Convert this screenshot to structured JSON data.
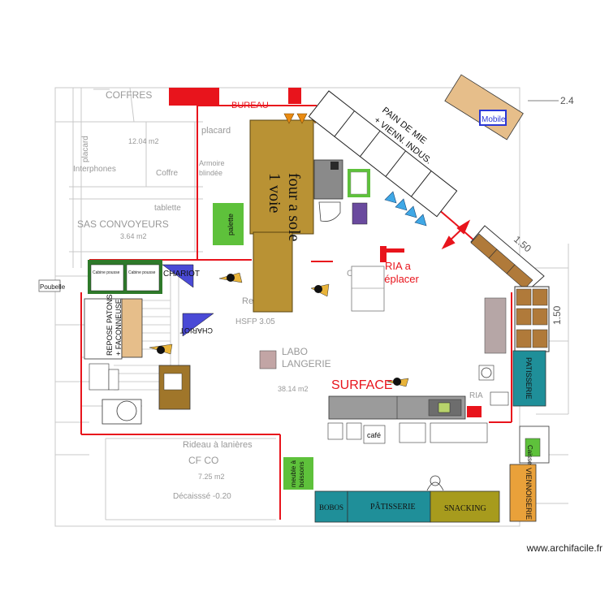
{
  "rooms": {
    "coffres": "COFFRES",
    "bureau": "BUREAU",
    "placard_top": "placard",
    "area_12": "12.04 m2",
    "placard_left": "placard",
    "interphones": "Interphones",
    "coffre": "Coffre",
    "armoire": "Armoire",
    "blindee": "blindée",
    "tablette": "tablette",
    "sas": "SAS CONVOYEURS",
    "area_364": "3.64 m2",
    "poubelle": "Poubelle",
    "re": "Re",
    "hsfp": "HSFP 3.05",
    "labo": "LABO",
    "langerie": "LANGERIE",
    "area_3814": "38.14 m2",
    "surface": "SURFACE",
    "rideau": "Rideau à lanières",
    "cfco": "CF CO",
    "area_725": "7.25 m2",
    "decaisse": "Décaisssé -0.20",
    "ria_right": "RIA",
    "c_left": "C"
  },
  "equipment": {
    "four_line1": "four a sole",
    "four_line2": "1 voie",
    "pain_line1": "PAIN DE MIE",
    "pain_line2": "+ VIENN. INDUS.",
    "mobile": "Mobile",
    "palette": "palette",
    "ria_line1": "RIA a",
    "ria_line2": "déplacer",
    "chariot_top": "CHARIOT",
    "chariot_mid": "CHARIOT",
    "reposepatons_1": "REPOSE PATONS",
    "reposepatons_2": "+ FACONNEUSE",
    "patisserie_right": "PATISSERIE",
    "meuble_line1": "meuble à",
    "meuble_line2": "boissons",
    "counter_1": "BOBOS",
    "counter_2": "PÂTISSERIE",
    "counter_3": "SNACKING",
    "viennoiserie": "VIENNOISERIE",
    "caisse": "Caisse",
    "cafe": "café",
    "dim_150_top": "1.50",
    "dim_150_right": "1.50",
    "dim_24": "2.4",
    "tiny_cabinet_1": "Cabine pousse",
    "tiny_cabinet_2": "Cabine pousse"
  },
  "credit": "www.archifacile.fr",
  "colors": {
    "wall_red": "#e8141c",
    "four": "#b99234",
    "green": "#5ec13b",
    "teal": "#1f8f99",
    "olive": "#a79b1d",
    "orange": "#e9a13a",
    "tan": "#e6be8a",
    "blue_mark": "#2a37d6"
  }
}
